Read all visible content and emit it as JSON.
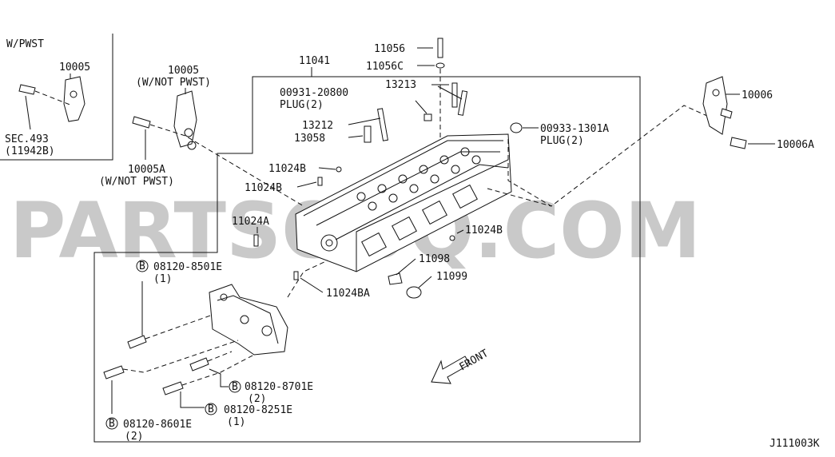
{
  "watermark": "PARTSOUQ.COM",
  "diagram_code": "J111003K",
  "inset_title": "W/PWST",
  "labels": {
    "l10005": "10005",
    "l10005_np": "10005",
    "l10005_np_note": "(W/NOT PWST)",
    "lsec493": "SEC.493",
    "l11942b": "(11942B)",
    "l10005a": "10005A",
    "l10005a_note": "(W/NOT PWST)",
    "l11041": "11041",
    "l11056": "11056",
    "l11056c": "11056C",
    "l00931": "00931-20800",
    "l00931_plug": "PLUG(2)",
    "l13213": "13213",
    "l13212": "13212",
    "l13058": "13058",
    "l00933": "00933-1301A",
    "l00933_plug": "PLUG(2)",
    "l10006": "10006",
    "l10006a": "10006A",
    "l11024b_1": "11024B",
    "l11024b_2": "11024B",
    "l11024a": "11024A",
    "l11024b_3": "11024B",
    "l11098": "11098",
    "l11099": "11099",
    "l11024ba": "11024BA",
    "l8501": "08120-8501E",
    "l8501_qty": "(1)",
    "l8701": "08120-8701E",
    "l8701_qty": "(2)",
    "l8251": "08120-8251E",
    "l8251_qty": "(1)",
    "l8601": "08120-8601E",
    "l8601_qty": "(2)",
    "front": "FRONT",
    "bolt_marker": "B"
  }
}
